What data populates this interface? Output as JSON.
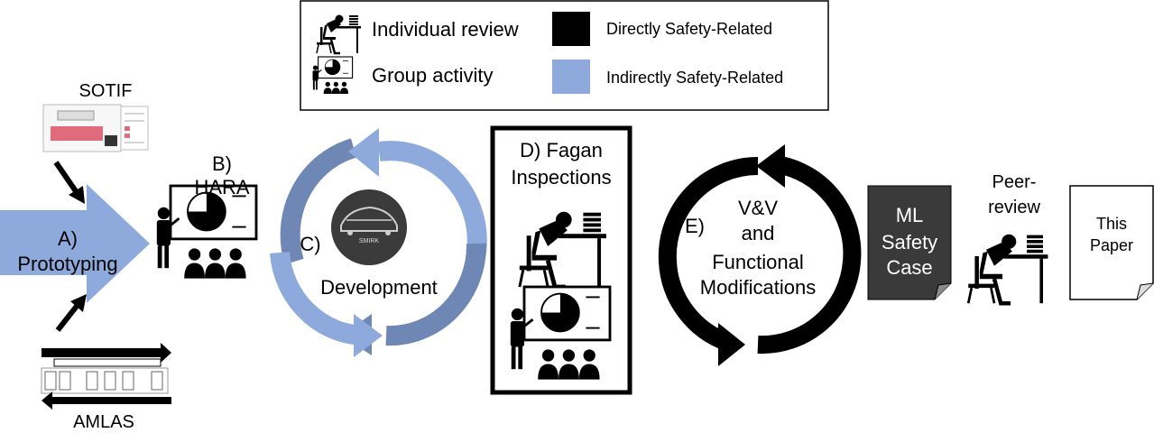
{
  "legend": {
    "individual_review": "Individual review",
    "group_activity": "Group activity",
    "directly_safety_related": "Directly Safety-Related",
    "indirectly_safety_related": "Indirectly Safety-Related"
  },
  "colors": {
    "direct": "#000000",
    "indirect": "#8ea9db",
    "cycle_dark": "#6f87b5",
    "safety_case_fill": "#3a3a3a"
  },
  "steps": {
    "sotif": "SOTIF",
    "amlas": "AMLAS",
    "prototyping_line1": "A)",
    "prototyping_line2": "Prototyping",
    "hara_line1": "B)",
    "hara_line2": "HARA",
    "development_letter": "C)",
    "development": "Development",
    "smirk_logo": "SMIRK",
    "fagan_line1": "D) Fagan",
    "fagan_line2": "Inspections",
    "vv_letter": "E)",
    "vv_line1": "V&V",
    "vv_line2": "and",
    "vv_line3": "Functional",
    "vv_line4": "Modifications",
    "safety_case_line1": "ML",
    "safety_case_line2": "Safety",
    "safety_case_line3": "Case",
    "peer_review_line1": "Peer-",
    "peer_review_line2": "review",
    "this_paper_line1": "This",
    "this_paper_line2": "Paper"
  }
}
